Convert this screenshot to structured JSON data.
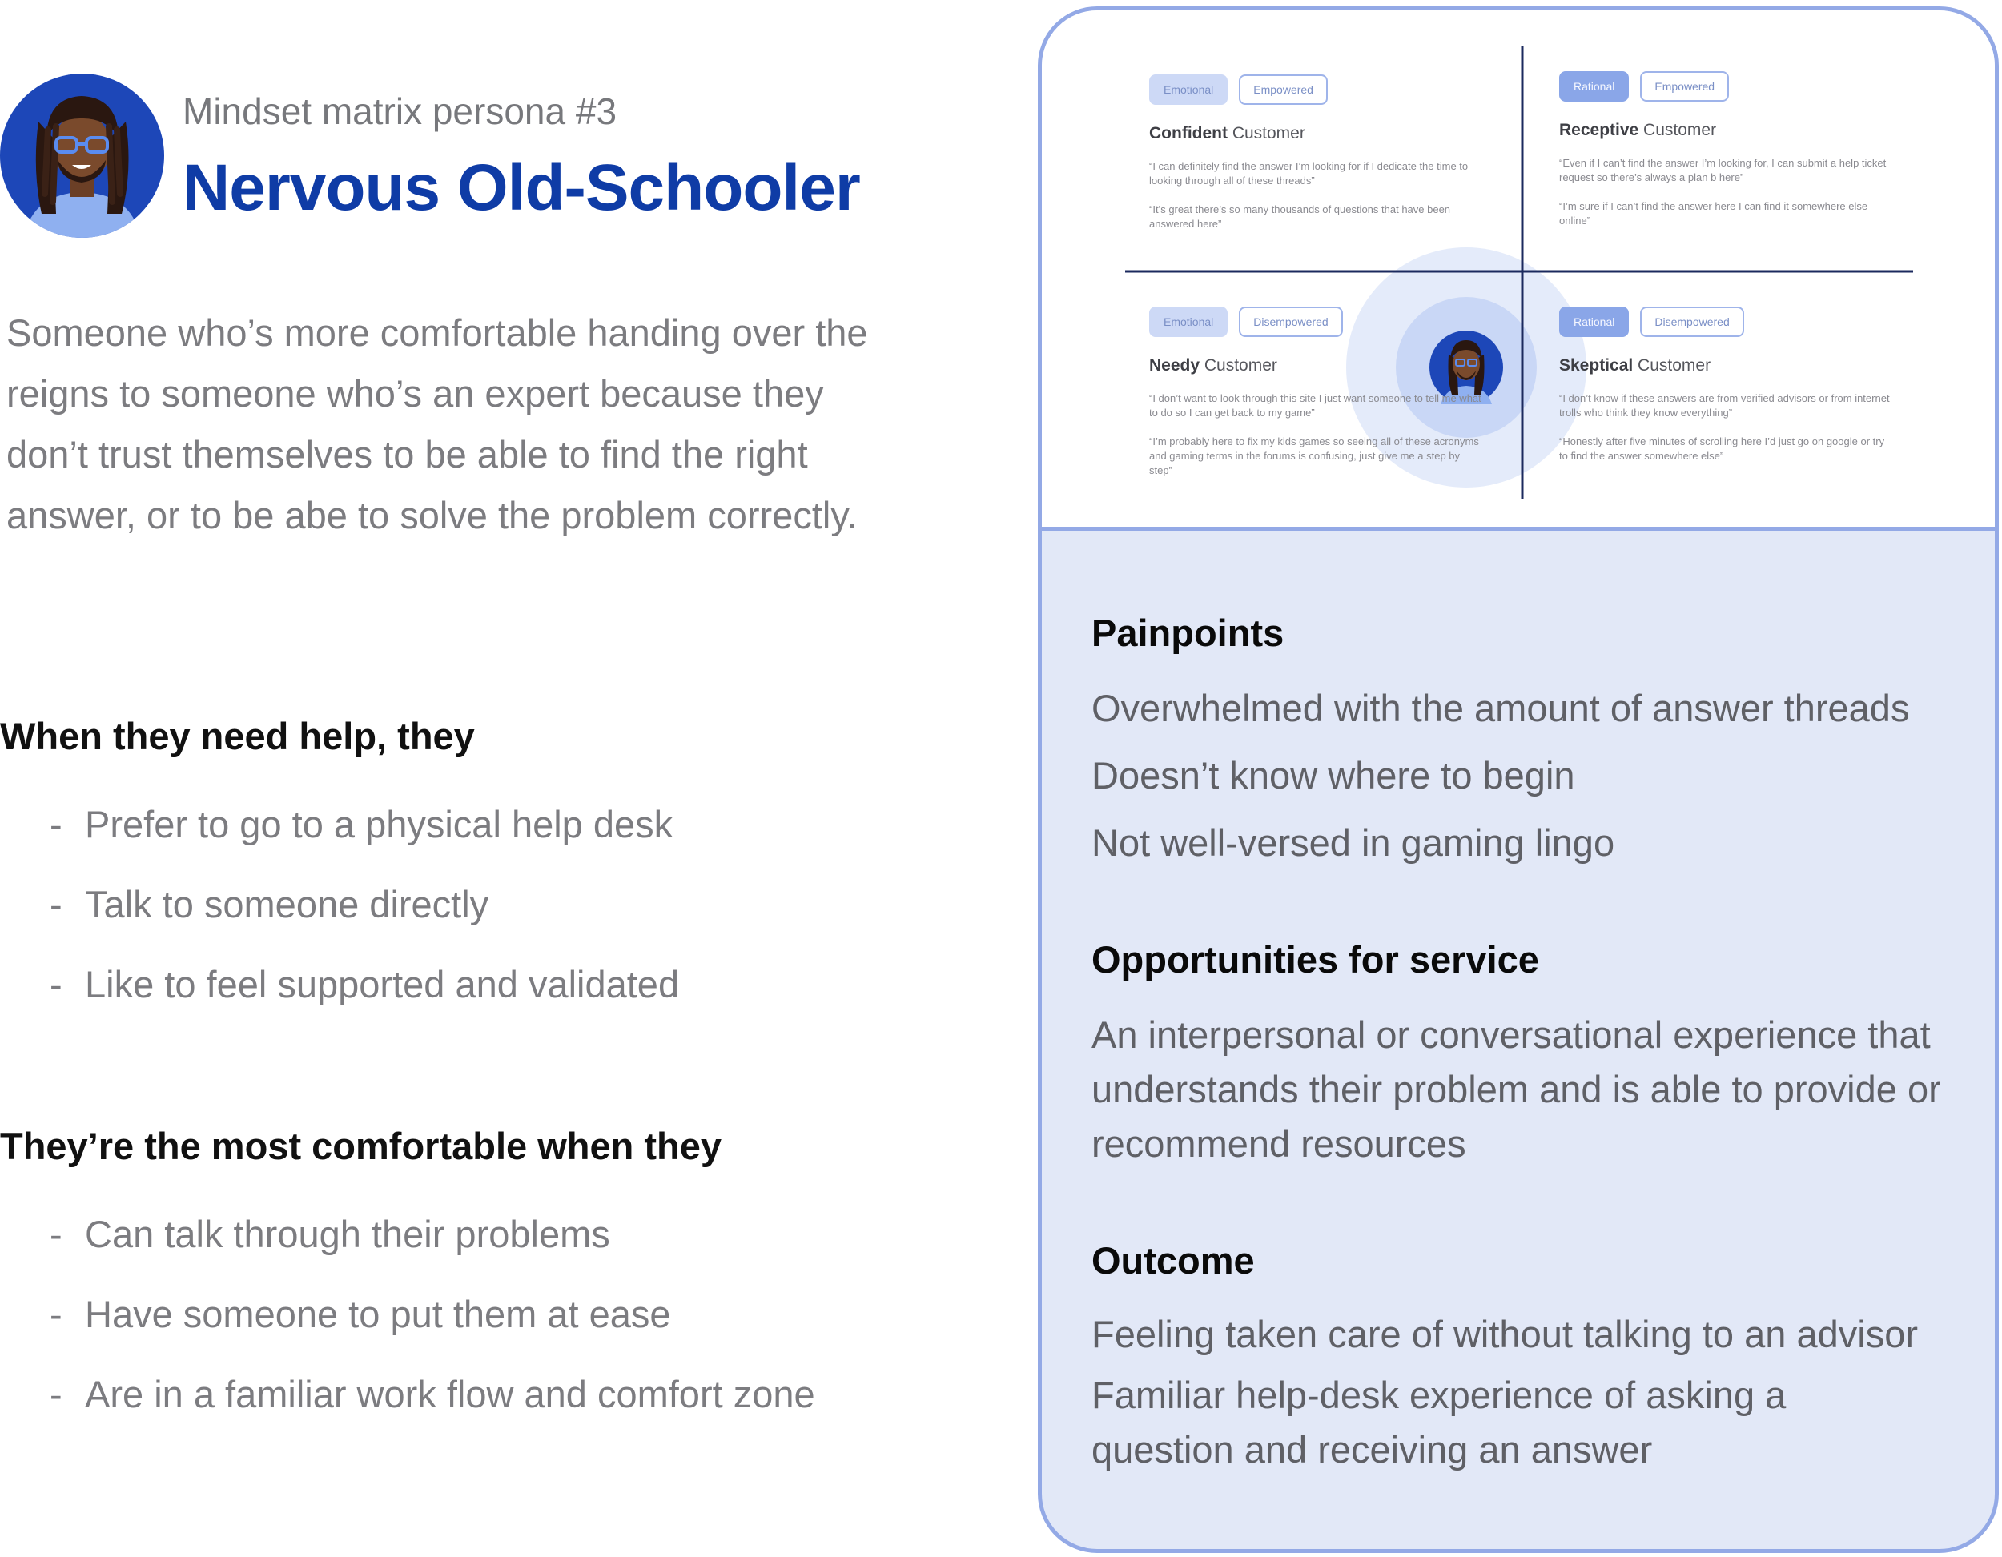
{
  "header": {
    "kicker": "Mindset matrix persona #3",
    "title": "Nervous Old-Schooler"
  },
  "description": "Someone who’s more comfortable handing over the reigns to someone who’s an expert because they don’t trust themselves to be able to find the right answer, or to be abe to solve the problem correctly.",
  "help_section": {
    "heading": "When they need help, they",
    "items": [
      "Prefer to go to a physical help desk",
      "Talk to someone directly",
      "Like to feel supported and validated"
    ]
  },
  "comfort_section": {
    "heading": "They’re the most comfortable when they",
    "items": [
      "Can talk through their problems",
      "Have someone to put them at ease",
      "Are in a familiar work flow and comfort zone"
    ]
  },
  "matrix": {
    "quadrants": [
      {
        "id": "confident",
        "tags": [
          "Emotional",
          "Empowered"
        ],
        "title_strong": "Confident",
        "title_rest": " Customer",
        "quotes": [
          "“I can definitely find the answer I’m looking for if I dedicate the time to looking through all of these threads”",
          "“It’s great there’s so many thousands of questions that have been answered here”"
        ]
      },
      {
        "id": "receptive",
        "tags": [
          "Rational",
          "Empowered"
        ],
        "title_strong": "Receptive",
        "title_rest": " Customer",
        "quotes": [
          "“Even if I can’t find the answer I’m looking for, I can submit a help ticket request so there’s always a plan b here”",
          "“I’m sure if I can’t find the answer here I can find it somewhere else online”"
        ]
      },
      {
        "id": "needy",
        "tags": [
          "Emotional",
          "Disempowered"
        ],
        "title_strong": "Needy",
        "title_rest": " Customer",
        "quotes": [
          "“I don’t want to look through this site I just want someone to tell me what to do so I can get back to my game”",
          "“I’m probably here to fix my kids games so seeing all of these acronyms and gaming terms in the forums is confusing, just give me a step by step”"
        ]
      },
      {
        "id": "skeptical",
        "tags": [
          "Rational",
          "Disempowered"
        ],
        "title_strong": "Skeptical",
        "title_rest": " Customer",
        "quotes": [
          "“I don’t know if these answers are from verified advisors or from internet trolls who think they know everything”",
          "“Honestly after five minutes of scrolling here I’d just go on google or try to find the answer somewhere else”"
        ]
      }
    ]
  },
  "painpoints": {
    "heading": "Painpoints",
    "items": [
      "Overwhelmed with the amount of answer threads",
      "Doesn’t know where to begin",
      "Not well-versed in gaming lingo"
    ]
  },
  "opportunities": {
    "heading": "Opportunities for service",
    "text": "An interpersonal or conversational experience that understands their problem and is able to provide or recommend resources"
  },
  "outcome": {
    "heading": "Outcome",
    "items": [
      "Feeling taken care of without talking to an advisor",
      "Familiar help-desk experience of asking a question and receiving an answer"
    ]
  },
  "colors": {
    "brand_blue": "#0f3ca6",
    "card_border": "#93a9e6",
    "card_fill": "#e2e8f7",
    "axis": "#1b2a5e"
  },
  "icons": {
    "avatar": "persona-avatar",
    "matrix_avatar": "persona-avatar-small"
  }
}
